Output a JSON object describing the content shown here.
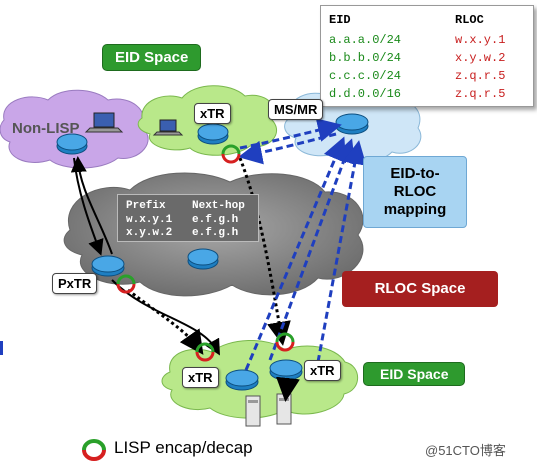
{
  "eid_table": {
    "header_eid": "EID",
    "header_rloc": "RLOC",
    "rows": [
      {
        "eid": "a.a.a.0/24",
        "rloc": "w.x.y.1"
      },
      {
        "eid": "b.b.b.0/24",
        "rloc": "x.y.w.2"
      },
      {
        "eid": "c.c.c.0/24",
        "rloc": "z.q.r.5"
      },
      {
        "eid": "d.d.0.0/16",
        "rloc": "z.q.r.5"
      }
    ],
    "eid_color": "#1a8a1a",
    "rloc_color": "#c81e1e"
  },
  "labels": {
    "eid_space_top": "EID Space",
    "eid_space_bottom": "EID Space",
    "xtr_top": "xTR",
    "ms_mr": "MS/MR",
    "non_lisp": "Non-LISP",
    "pxtr": "PxTR",
    "xtr_bottom_left": "xTR",
    "xtr_bottom_right": "xTR",
    "mapping": "EID-to-RLOC mapping",
    "rloc_space": "RLOC Space",
    "legend": "LISP encap/decap",
    "watermark": "@51CTO博客"
  },
  "prefix_table": {
    "header_prefix": "Prefix",
    "header_nexthop": "Next-hop",
    "rows": [
      {
        "prefix": "w.x.y.1",
        "nexthop": "e.f.g.h"
      },
      {
        "prefix": "x.y.w.2",
        "nexthop": "e.f.g.h"
      }
    ]
  },
  "colors": {
    "green_label": "#2e9a2e",
    "rloc_space": "#a51f1f",
    "mapping_box": "#a8d4f2",
    "arrow_blue": "#1f3fbf",
    "arrow_black": "#000000",
    "core_cloud": "#7d7d7d",
    "eid_cloud": "#b9e88a",
    "nonlisp_cloud": "#c9a6e8",
    "map_cloud": "#cfe6f7"
  }
}
